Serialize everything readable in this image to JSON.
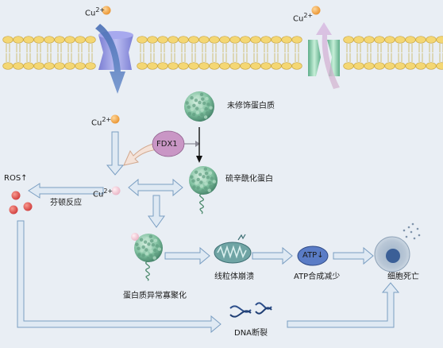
{
  "cu_label": "Cu",
  "cu_charge": "2+",
  "labels": {
    "unmodified_protein": "未修饰蛋白质",
    "fdx1": "FDX1",
    "lipoylated_protein": "硫辛酰化蛋白",
    "ros": "ROS↑",
    "fenton": "芬顿反应",
    "aggregation": "蛋白质异常寡聚化",
    "mito": "线粒体崩溃",
    "atp_badge": "ATP↓",
    "atp_text": "ATP合成减少",
    "cell_death": "细胞死亡",
    "dna": "DNA断裂"
  },
  "colors": {
    "cu2_ion": "#f2a64a",
    "cu1_ion": "#f5cdd8",
    "ros": "#e05050",
    "fdx1": "#c996c5",
    "protein": "#7ec0a2",
    "arrow_fill": "#dfe9f3",
    "arrow_stroke": "#7a9ec2",
    "membrane": "#f4d774",
    "importer": "#8c8ee0",
    "exporter": "#8ed6b0",
    "atp": "#5a7cc6"
  }
}
